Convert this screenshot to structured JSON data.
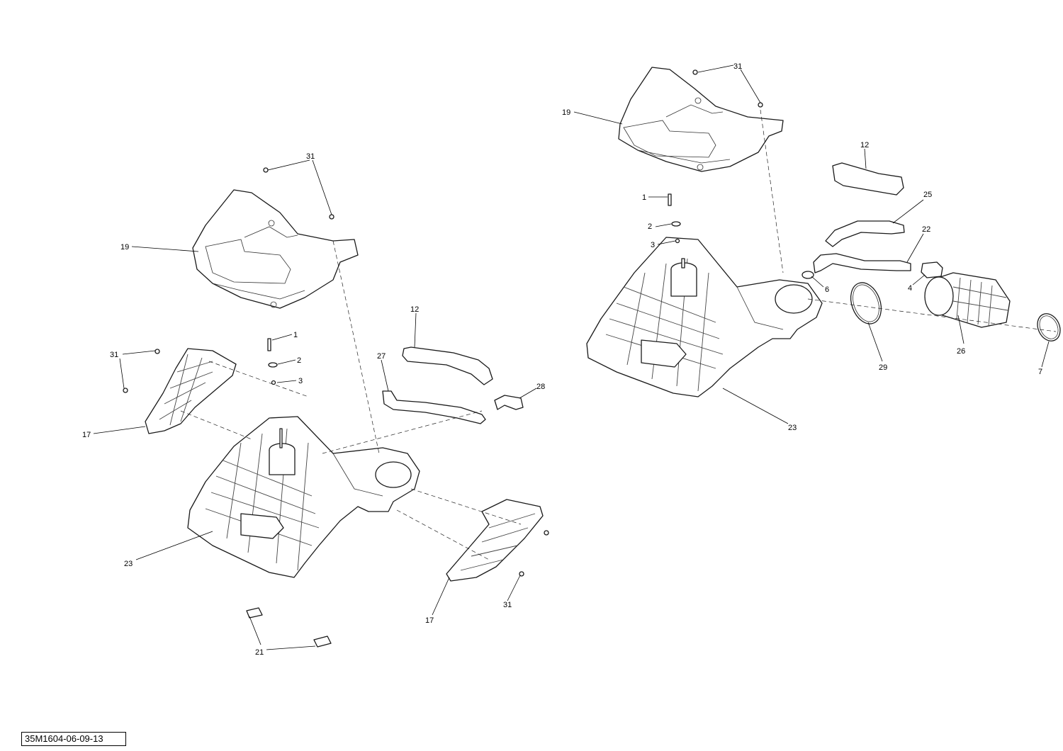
{
  "diagram": {
    "reference_code": "35M1604-06-09-13",
    "left_assembly": {
      "callouts": [
        "31",
        "19",
        "1",
        "2",
        "3",
        "12",
        "27",
        "28",
        "31",
        "17",
        "23",
        "17",
        "31",
        "21"
      ]
    },
    "right_assembly": {
      "callouts": [
        "31",
        "19",
        "12",
        "25",
        "1",
        "2",
        "3",
        "22",
        "6",
        "4",
        "29",
        "26",
        "7",
        "23"
      ]
    }
  }
}
